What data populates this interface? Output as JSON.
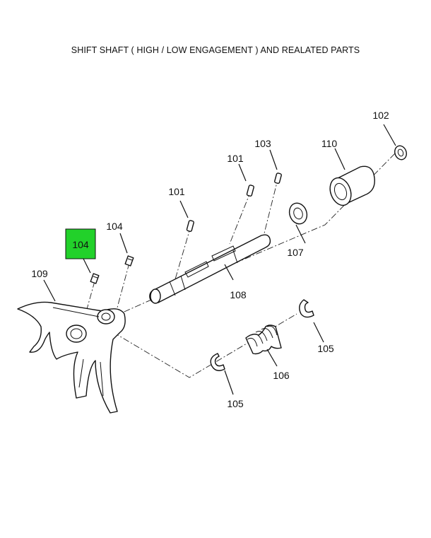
{
  "title": "SHIFT SHAFT ( HIGH / LOW ENGAGEMENT ) AND REALATED PARTS",
  "highlight_color": "#22d12a",
  "callouts": [
    {
      "id": "c102",
      "label": "102"
    },
    {
      "id": "c110",
      "label": "110"
    },
    {
      "id": "c103",
      "label": "103"
    },
    {
      "id": "c101a",
      "label": "101"
    },
    {
      "id": "c101b",
      "label": "101"
    },
    {
      "id": "c104a",
      "label": "104"
    },
    {
      "id": "c104b",
      "label": "104",
      "highlighted": true
    },
    {
      "id": "c107",
      "label": "107"
    },
    {
      "id": "c109",
      "label": "109"
    },
    {
      "id": "c108",
      "label": "108"
    },
    {
      "id": "c105a",
      "label": "105"
    },
    {
      "id": "c106",
      "label": "106"
    },
    {
      "id": "c105b",
      "label": "105"
    }
  ]
}
